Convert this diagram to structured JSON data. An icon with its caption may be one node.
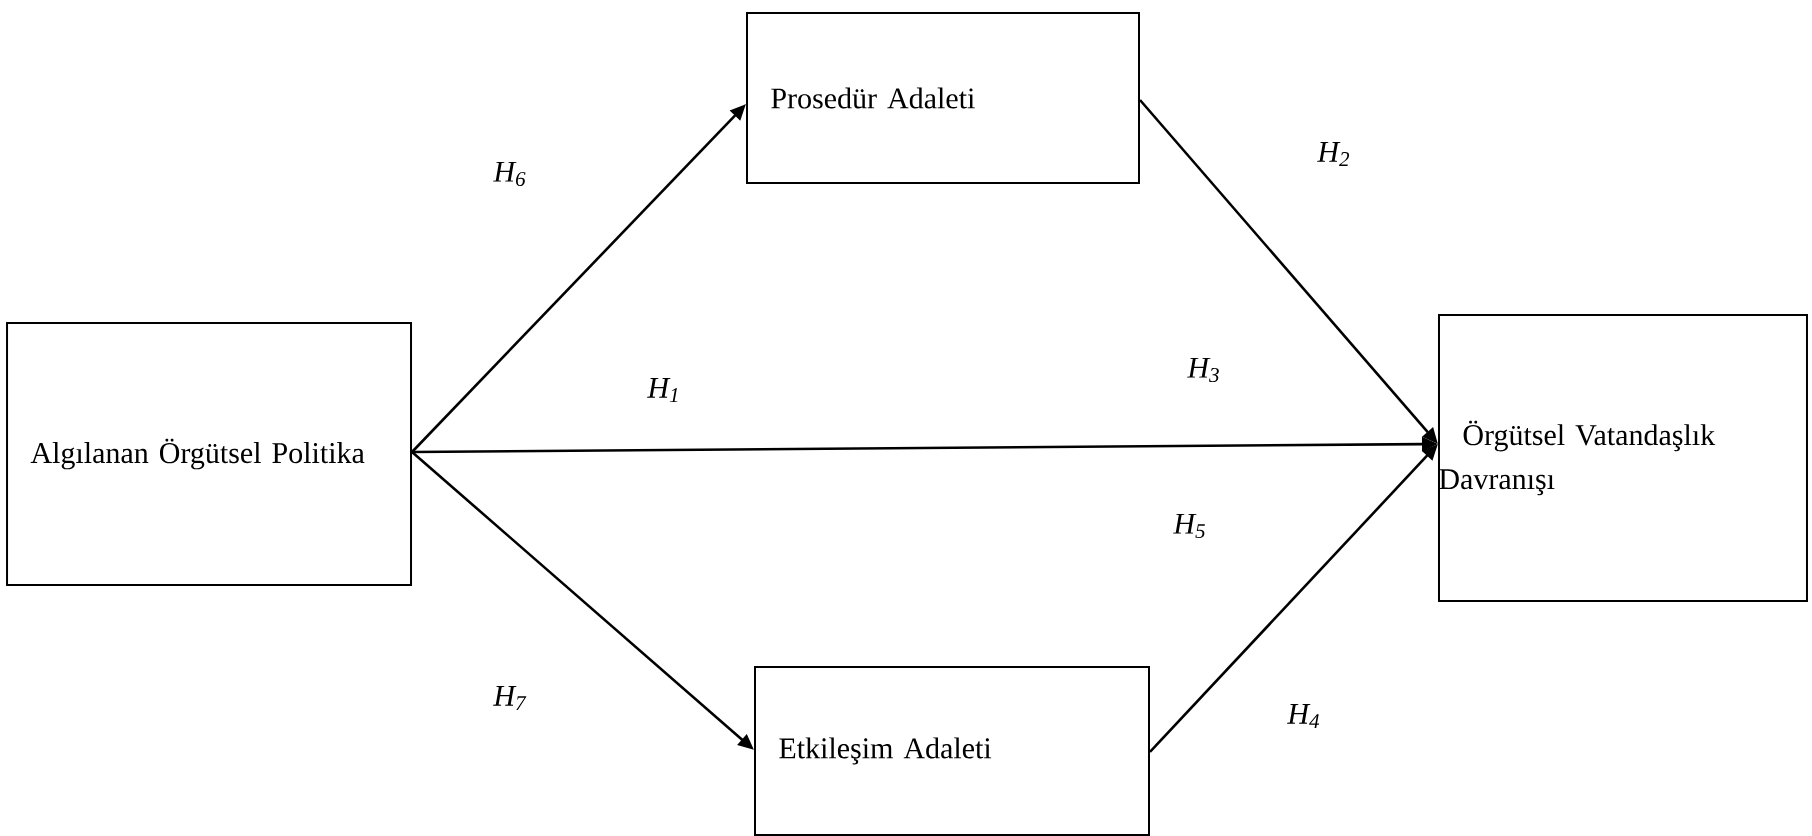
{
  "diagram": {
    "nodes": [
      {
        "text": [
          "Algılanan Örgütsel Politika"
        ]
      },
      {
        "text": [
          "Prosedür Adaleti"
        ]
      },
      {
        "text": [
          "Etkileşim Adaleti"
        ]
      },
      {
        "text": [
          "Örgütsel Vatandaşlık Davranışı"
        ]
      }
    ],
    "edges": [
      {
        "from": 0,
        "to": 1,
        "arrow": "to",
        "label": "H$_{6}$"
      },
      {
        "from": 0,
        "to": 3,
        "arrow": "to",
        "label": "H$_{1}$"
      },
      {
        "from": 0,
        "to": 2,
        "arrow": "to",
        "label": "H$_{7}$"
      },
      {
        "from": 1,
        "to": 3,
        "arrow": "to",
        "label": "H$_{2}$"
      },
      {
        "from": 2,
        "to": 3,
        "arrow": "to",
        "label": "H$_{4}$"
      }
    ],
    "labels": [
      "H$_{3}$",
      "H$_{5}$"
    ]
  }
}
